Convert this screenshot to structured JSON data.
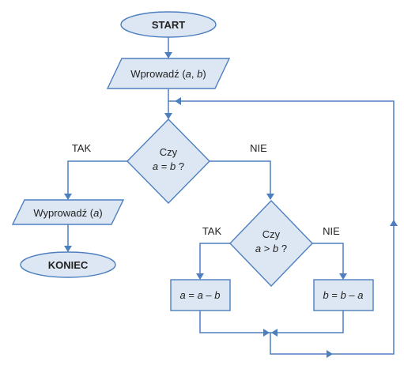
{
  "start": "START",
  "input": {
    "prefix": "Wprowadź (",
    "a": "a",
    "sep": ", ",
    "b": "b",
    "suffix": ")"
  },
  "cond1": {
    "line1": "Czy",
    "a": "a",
    "op": " = ",
    "b": "b",
    "tail": " ?"
  },
  "cond2": {
    "line1": "Czy",
    "a": "a",
    "op": " > ",
    "b": "b",
    "tail": " ?"
  },
  "tak1": "TAK",
  "nie1": "NIE",
  "tak2": "TAK",
  "nie2": "NIE",
  "output": {
    "prefix": "Wyprowadź (",
    "a": "a",
    "suffix": ")"
  },
  "end": "KONIEC",
  "assign_left": {
    "a1": "a",
    "eq": " = ",
    "a2": "a",
    "minus": " – ",
    "b": "b"
  },
  "assign_right": {
    "b1": "b",
    "eq": " = ",
    "b2": "b",
    "minus": " – ",
    "a": "a"
  }
}
